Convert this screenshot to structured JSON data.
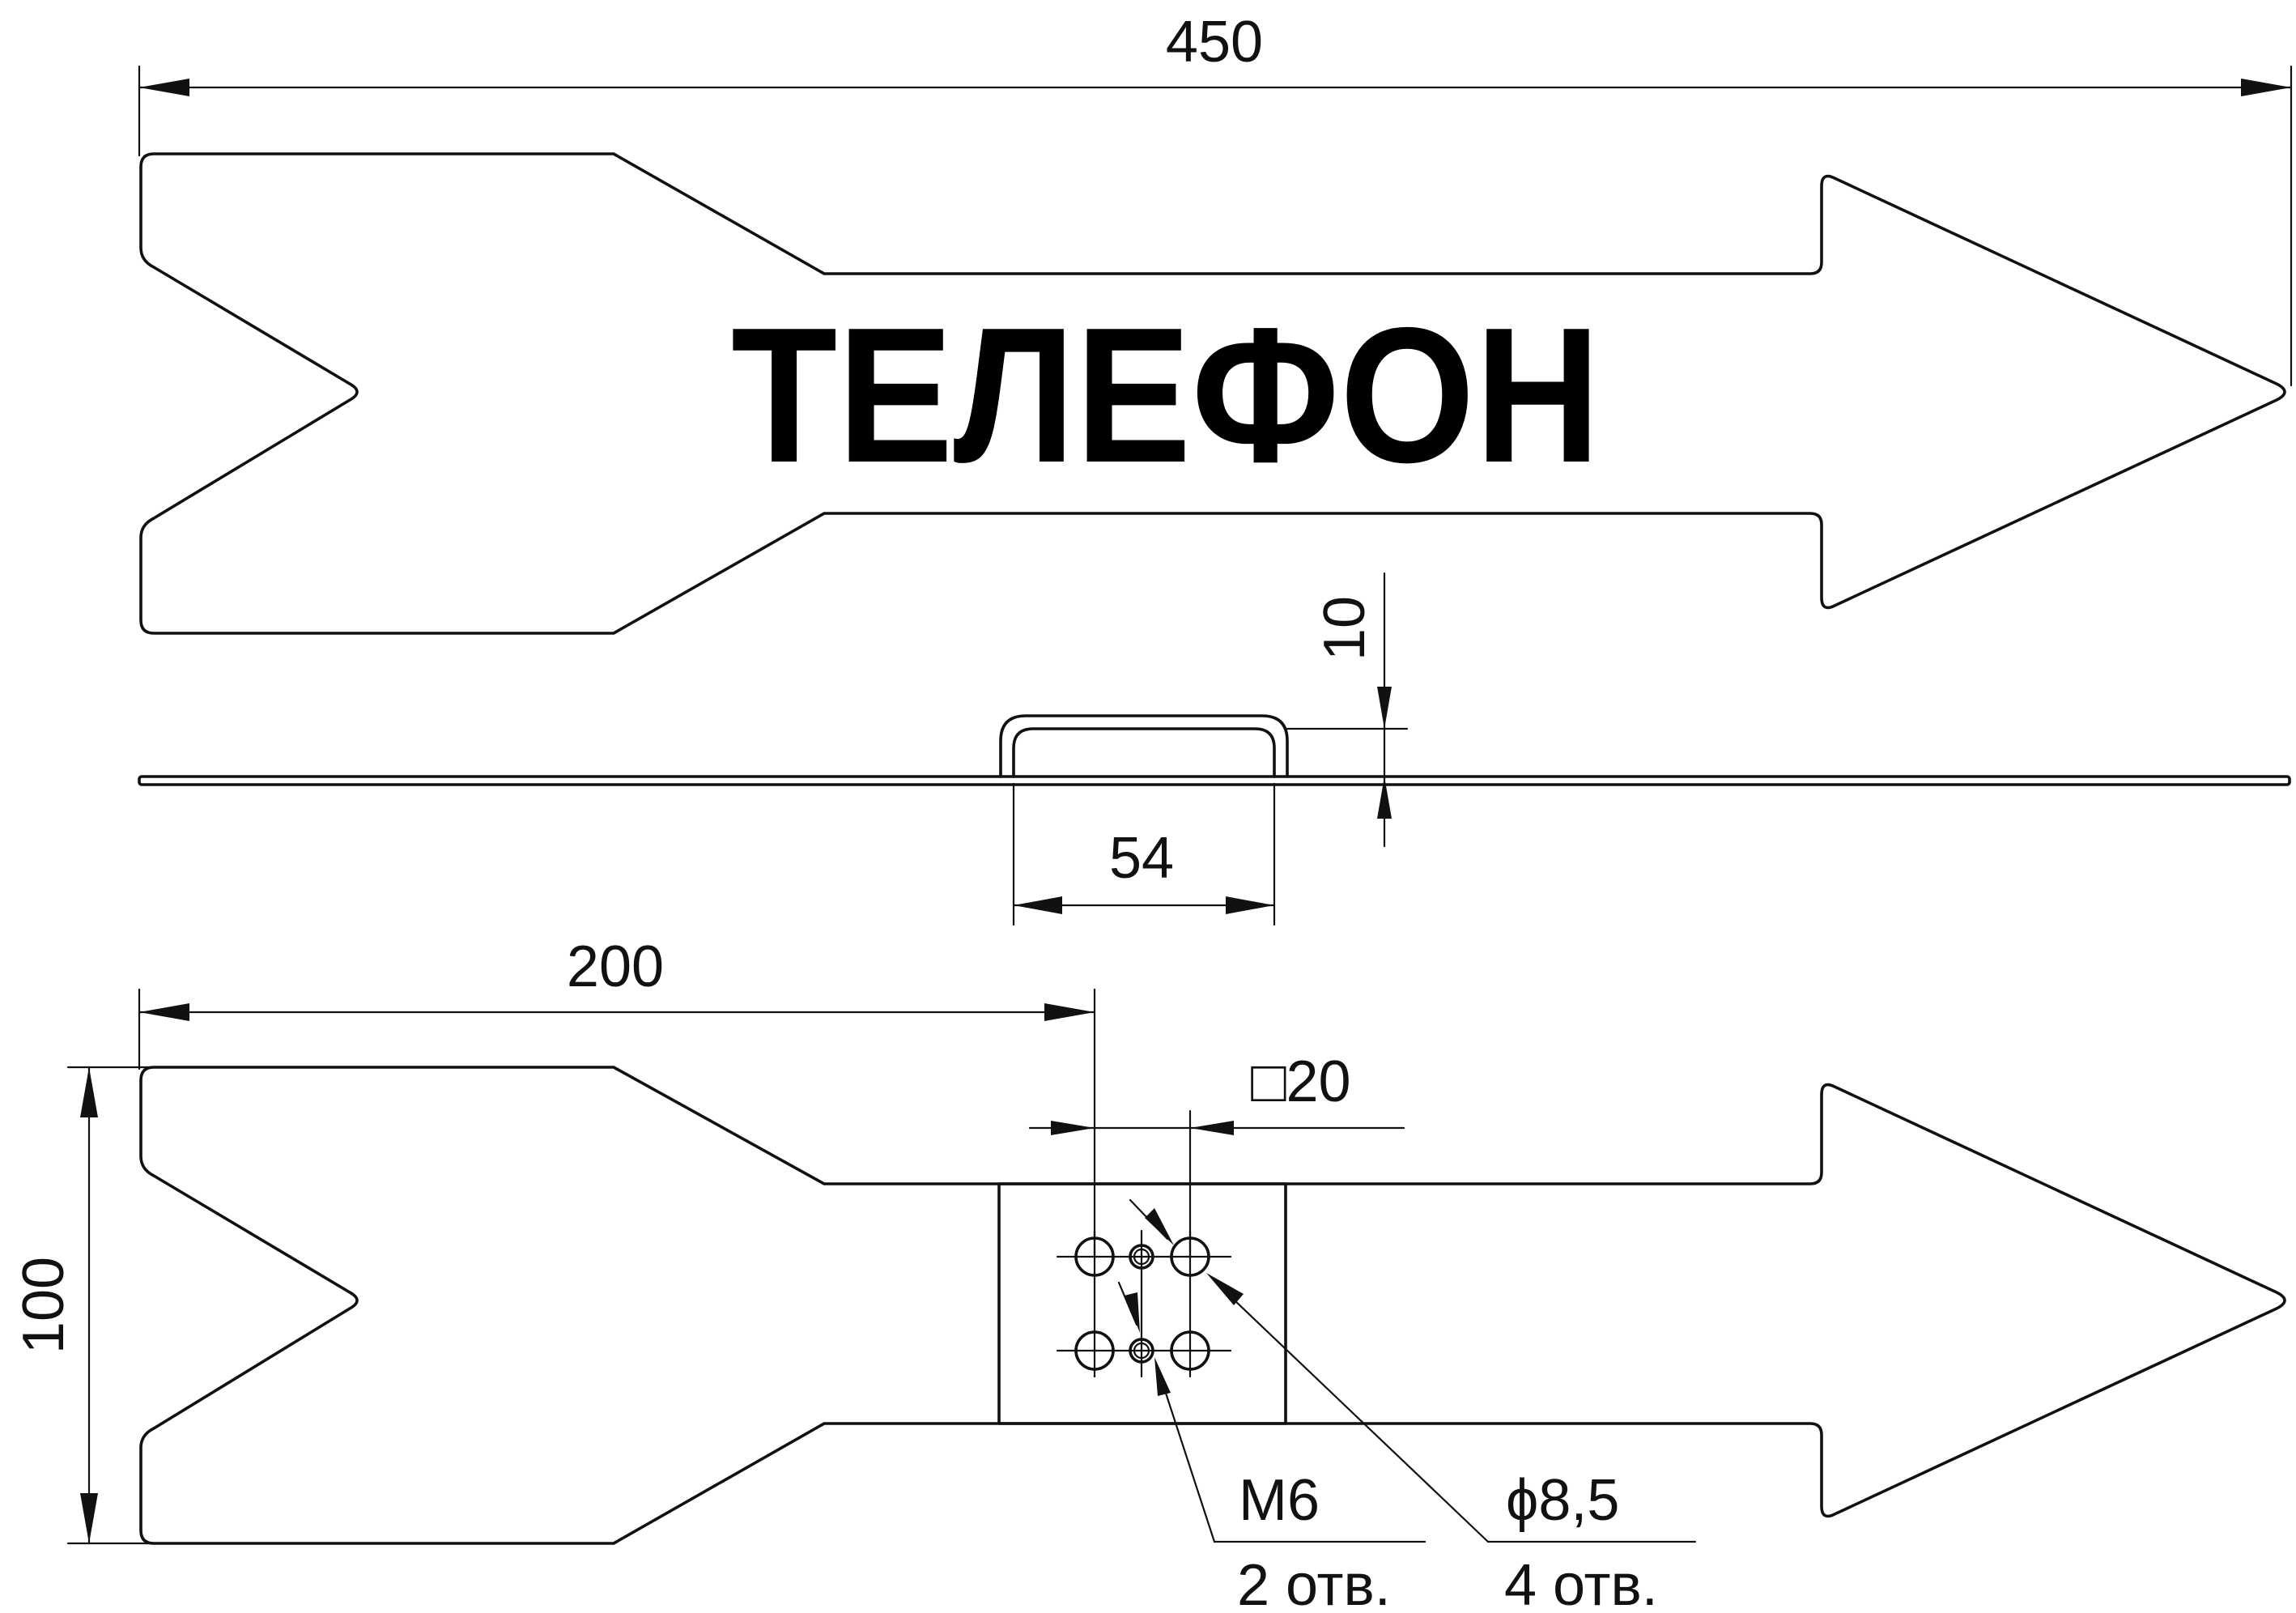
{
  "sign_text": "ТЕЛЕФОН",
  "dimensions": {
    "overall_length": "450",
    "bracket_height": "10",
    "bracket_width": "54",
    "mount_offset": "200",
    "mount_square": "□20",
    "overall_height": "100"
  },
  "callouts": {
    "thread": {
      "label": "M6",
      "count": "2 отв."
    },
    "hole": {
      "label": "ϕ8,5",
      "count": "4 отв."
    }
  }
}
